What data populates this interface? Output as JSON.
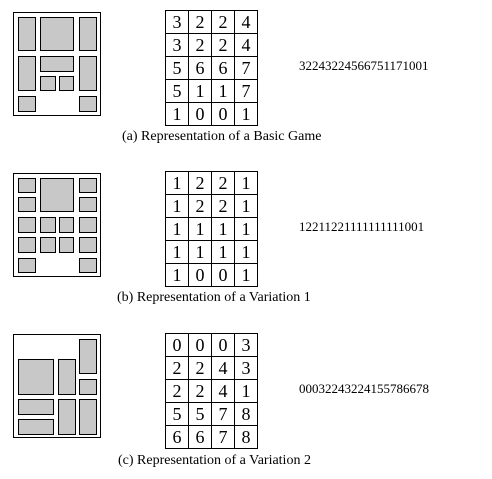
{
  "panels": [
    {
      "caption": "(a) Representation of a Basic Game",
      "code": "32243224566751171001",
      "grid": [
        [
          "3",
          "2",
          "2",
          "4"
        ],
        [
          "3",
          "2",
          "2",
          "4"
        ],
        [
          "5",
          "6",
          "6",
          "7"
        ],
        [
          "5",
          "1",
          "1",
          "7"
        ],
        [
          "1",
          "0",
          "0",
          "1"
        ]
      ]
    },
    {
      "caption": "(b) Representation of a Variation 1",
      "code": "12211221111111111001",
      "grid": [
        [
          "1",
          "2",
          "2",
          "1"
        ],
        [
          "1",
          "2",
          "2",
          "1"
        ],
        [
          "1",
          "1",
          "1",
          "1"
        ],
        [
          "1",
          "1",
          "1",
          "1"
        ],
        [
          "1",
          "0",
          "0",
          "1"
        ]
      ]
    },
    {
      "caption": "(c) Representation of a Variation 2",
      "code": "00032243224155786678",
      "grid": [
        [
          "0",
          "0",
          "0",
          "3"
        ],
        [
          "2",
          "2",
          "4",
          "3"
        ],
        [
          "2",
          "2",
          "4",
          "1"
        ],
        [
          "5",
          "5",
          "7",
          "8"
        ],
        [
          "6",
          "6",
          "7",
          "8"
        ]
      ]
    }
  ]
}
